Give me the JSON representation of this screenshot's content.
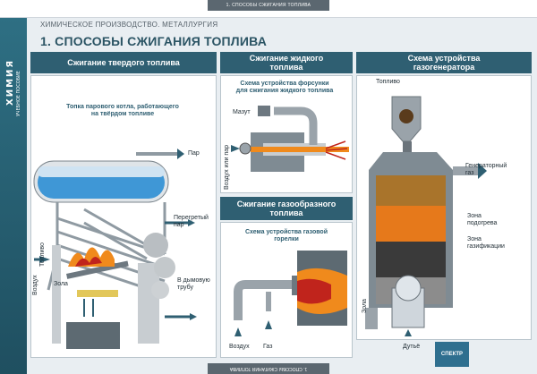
{
  "header": {
    "top_strip": "1. СПОСОБЫ СЖИГАНИЯ ТОПЛИВА",
    "subject_vertical": "ХИМИЯ",
    "subject_sub_vertical": "УЧЕБНОЕ ПОСОБИЕ",
    "sub_header": "ХИМИЧЕСКОЕ ПРОИЗВОДСТВО. МЕТАЛЛУРГИЯ",
    "main_title": "1. СПОСОБЫ СЖИГАНИЯ ТОПЛИВА"
  },
  "solid": {
    "title": "Сжигание твердого топлива",
    "subtitle": "Топка парового котла, работающего на твёрдом топливе",
    "labels": {
      "steam": "Пар",
      "superheated": "Перегретый пар",
      "chimney": "В дымовую трубу",
      "air": "Воздух",
      "fuel": "Топливо",
      "ash": "Зола"
    }
  },
  "liquid": {
    "title": "Сжигание жидкого топлива",
    "subtitle": "Схема устройства форсунки для сжигания жидкого топлива",
    "labels": {
      "fuel_oil": "Мазут",
      "air_or_steam": "Воздух или пар"
    }
  },
  "gas": {
    "title": "Сжигание газообразного топлива",
    "subtitle": "Схема устройства газовой горелки",
    "labels": {
      "air": "Воздух",
      "gas": "Газ"
    }
  },
  "generator": {
    "title": "Схема устройства газогенератора",
    "labels": {
      "fuel": "Топливо",
      "generator_gas": "Генераторный газ",
      "heating_zone": "Зона подогрева",
      "gasification_zone": "Зона газификации",
      "ash": "Зола",
      "blast": "Дутьё"
    }
  },
  "footer": {
    "bottom_strip": "1. СПОСОБЫ СЖИГАНИЯ ТОПЛИВА",
    "logo": "СПЕКТР"
  },
  "colors": {
    "panel_head": "#2f5f72",
    "band": "#1f4f60",
    "water": "#3f97d6",
    "flame": "#f08a1c",
    "fire_red": "#c0241c",
    "metal": "#9aa3aa"
  }
}
